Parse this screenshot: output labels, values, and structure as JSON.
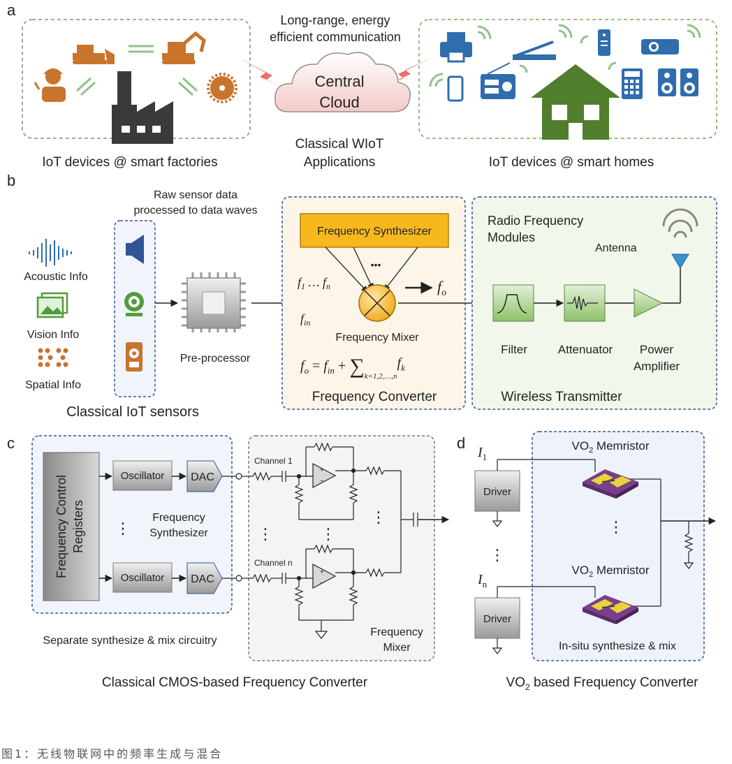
{
  "panel_letters": {
    "a": "a",
    "b": "b",
    "c": "c",
    "d": "d"
  },
  "panel_a": {
    "comm_line1": "Long-range, energy",
    "comm_line2": "efficient communication",
    "cloud_line1": "Central",
    "cloud_line2": "Cloud",
    "factories": "IoT devices @ smart factories",
    "apps_line1": "Classical WIoT",
    "apps_line2": "Applications",
    "homes": "IoT devices @ smart homes",
    "colors": {
      "factory": "#c8742c",
      "factory_dark": "#3a3a3a",
      "home": "#2f6dad",
      "house": "#4f7f2d",
      "link": "#f06d6d",
      "wave": "#8fc28a"
    }
  },
  "panel_b": {
    "raw_line1": "Raw sensor data",
    "raw_line2": "processed to data waves",
    "acoustic": "Acoustic Info",
    "vision": "Vision Info",
    "spatial": "Spatial Info",
    "sensors_title": "Classical IoT sensors",
    "preprocessor": "Pre-processor",
    "synth": "Frequency Synthesizer",
    "dots": "•••",
    "f1fn": "f",
    "f1_sub": "1",
    "f_dots": " … f",
    "fn_sub": "n",
    "fo": "f",
    "fo_sub": "o",
    "fin": "f",
    "fin_sub": "in",
    "mixer": "Frequency Mixer",
    "formula_lhs": "f",
    "formula_lhs_sub": "o",
    "formula_eq": " = ",
    "formula_fin": "f",
    "formula_fin_sub": "in",
    "formula_plus": " + ",
    "formula_sigma": "∑",
    "formula_range": "k=1,2,…,n",
    "formula_fk": "f",
    "formula_fk_sub": "k",
    "converter_title": "Frequency Converter",
    "rf_line1": "Radio Frequency",
    "rf_line2": "Modules",
    "antenna": "Antenna",
    "filter": "Filter",
    "attenuator": "Attenuator",
    "power1": "Power",
    "power2": "Amplifier",
    "transmitter_title": "Wireless Transmitter",
    "colors": {
      "synth_fill": "#f7b81e",
      "mixer_fill": "#f7c24a",
      "rf_fill": "#a9d18e",
      "sensor_icon": "#2f5597",
      "webcam": "#4f9d3a",
      "spatial": "#c8742c"
    }
  },
  "panel_c": {
    "registers_line1": "Frequency Control",
    "registers_line2": "Registers",
    "oscillator": "Oscillator",
    "dac": "DAC",
    "synth_line1": "Frequency",
    "synth_line2": "Synthesizer",
    "channel1": "Channel 1",
    "channeln": "Channel n",
    "vdots": "⋮",
    "mixer_line1": "Frequency",
    "mixer_line2": "Mixer",
    "separate": "Separate synthesize & mix circuitry",
    "cmos_title": "Classical CMOS-based Frequency Converter"
  },
  "panel_d": {
    "i1": "I",
    "i1_sub": "1",
    "in": "I",
    "in_sub": "n",
    "driver": "Driver",
    "memristor_pre": "VO",
    "memristor_sub": "2",
    "memristor_post": " Memristor",
    "insitu": "In-situ synthesize & mix",
    "vdots": "⋮",
    "title_pre": "VO",
    "title_sub": "2",
    "title_post": " based Frequency Converter"
  },
  "caption": "图1：无线物联网中的频率生成与混合"
}
